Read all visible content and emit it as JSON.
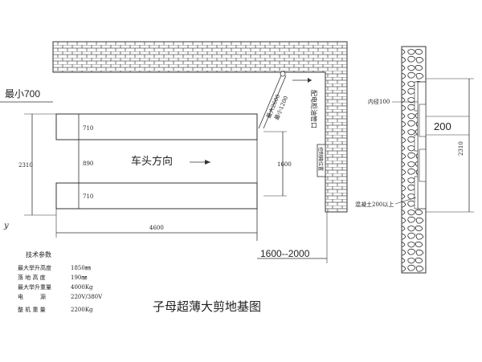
{
  "title": "子母超薄大剪地基图",
  "labels": {
    "min_700": "最小700",
    "h_710_top": "710",
    "h_890": "890",
    "h_710_bottom": "710",
    "height_2310_left": "2310",
    "direction": "车头方向",
    "width_4600": "4600",
    "span_1600": "1600",
    "range_1600_2000": "1600--2000",
    "max_2600": "最大2600",
    "min_1200": "最小1200",
    "cabinet_oil_port": "配电柜油管口",
    "cabinet_position": "控制箱位置",
    "inner_100": "内径100",
    "dim_200": "200",
    "height_2310_right": "2310",
    "concrete_200": "混凝土200以上",
    "side_y": "y"
  },
  "specs": {
    "heading": "技术参数",
    "rows": [
      {
        "name": "最大举升高度",
        "value": "1850㎜"
      },
      {
        "name": "落 地 高 度",
        "value": "190㎜"
      },
      {
        "name": "最大举升重量",
        "value": "4000Kg"
      },
      {
        "name": "电　　　源",
        "value": "220V/380V"
      },
      {
        "name": "整 机 重 量",
        "value": "2200Kg"
      }
    ]
  }
}
